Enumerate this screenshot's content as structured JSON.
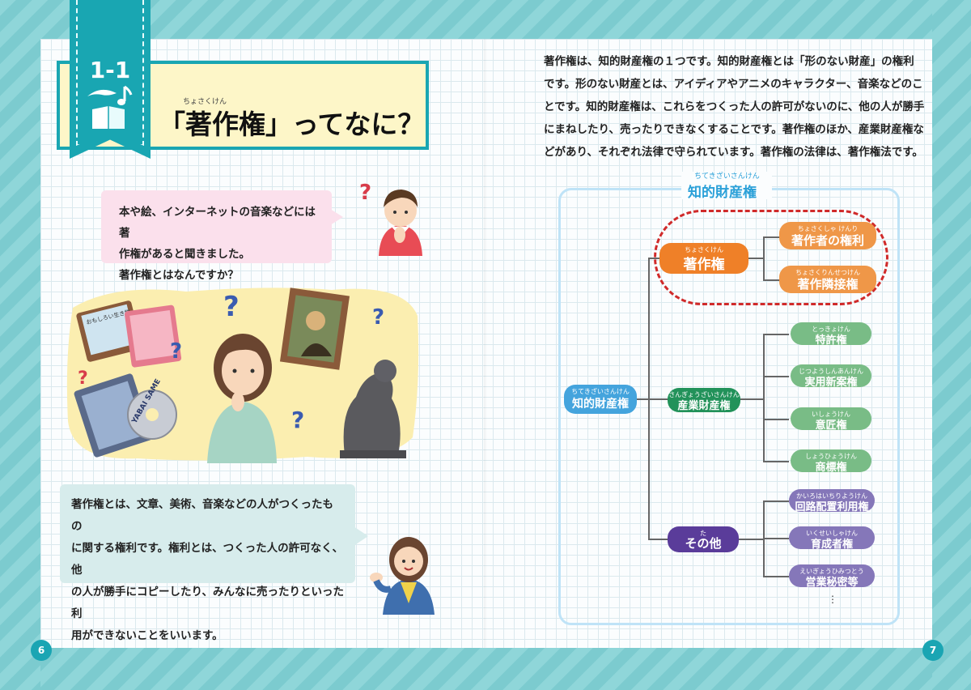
{
  "left_page": {
    "section_number": "1-1",
    "title": "「著作権」ってなに？",
    "title_ruby": "ちょさくけん",
    "question_bubble": {
      "line1": "本や絵、インターネットの音楽などには著",
      "line2": "作権があると聞きました。",
      "line3": "著作権とはなんですか？"
    },
    "answer_bubble": {
      "line1": "著作権とは、文章、美術、音楽などの人がつくったもの",
      "line2": "に関する権利です。権利とは、つくった人の許可なく、他",
      "line3": "の人が勝手にコピーしたり、みんなに売ったりといった利",
      "line4": "用ができないことをいいます。"
    },
    "illustration_text": {
      "book_title": "おもしろい生き物",
      "dvd_text": "YABAI SAME"
    },
    "page_number": "6"
  },
  "right_page": {
    "body": {
      "line1": "著作権は、知的財産権の１つです。知的財産権とは「形のない財産」の権利",
      "line2": "です。形のない財産とは、アイディアやアニメのキャラクター、音楽などのこ",
      "line3": "とです。知的財産権は、これらをつくった人の許可がないのに、他の人が勝手",
      "line4": "にまねしたり、売ったりできなくすることです。著作権のほか、産業財産権な",
      "line5": "どがあり、それぞれ法律で守られています。著作権の法律は、著作権法です。"
    },
    "diagram": {
      "title": "知的財産権",
      "title_ruby": "ちてきざいさんけん",
      "root": {
        "label": "知的財産権",
        "ruby": "ちてきざいさんけん"
      },
      "copyright": {
        "label": "著作権",
        "ruby": "ちょさくけん"
      },
      "copyright_children": [
        {
          "label": "著作者の権利",
          "ruby": "ちょさくしゃ けんり"
        },
        {
          "label": "著作隣接権",
          "ruby": "ちょさくりんせつけん"
        }
      ],
      "industrial": {
        "label": "産業財産権",
        "ruby": "さんぎょうざいさんけん"
      },
      "industrial_children": [
        {
          "label": "特許権",
          "ruby": "とっきょけん"
        },
        {
          "label": "実用新案権",
          "ruby": "じつようしんあんけん"
        },
        {
          "label": "意匠権",
          "ruby": "いしょうけん"
        },
        {
          "label": "商標権",
          "ruby": "しょうひょうけん"
        }
      ],
      "other": {
        "label": "その他",
        "ruby": "た"
      },
      "other_children": [
        {
          "label": "回路配置利用権",
          "ruby": "かいろはいちりようけん"
        },
        {
          "label": "育成者権",
          "ruby": "いくせいしゃけん"
        },
        {
          "label": "営業秘密等",
          "ruby": "えいぎょうひみつとう"
        }
      ],
      "ellipsis": "⋮"
    },
    "page_number": "7"
  },
  "colors": {
    "frame": "#86d3d6",
    "accent": "#19a6b2",
    "title_bg": "#fdf6c8",
    "copyright_node": "#ef8028",
    "industrial_node": "#22925a",
    "other_node": "#5a3c9a",
    "root_node": "#44a4dd",
    "highlight_dash": "#d02a2a"
  }
}
